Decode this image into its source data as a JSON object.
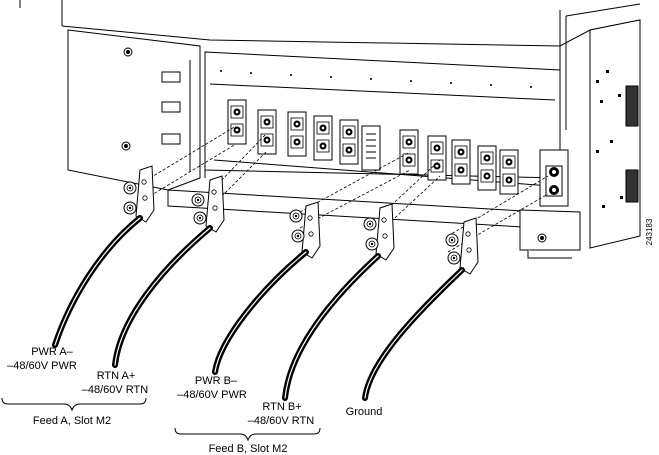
{
  "labels": {
    "pwr_a_line1": "PWR A–",
    "pwr_a_line2": "–48/60V PWR",
    "rtn_a_line1": "RTN A+",
    "rtn_a_line2": "–48/60V RTN",
    "pwr_b_line1": "PWR B–",
    "pwr_b_line2": "–48/60V PWR",
    "rtn_b_line1": "RTN B+",
    "rtn_b_line2": "–48/60V RTN",
    "ground": "Ground",
    "feed_a": "Feed A, Slot M2",
    "feed_b": "Feed B, Slot M2"
  },
  "figure_id": "243183"
}
